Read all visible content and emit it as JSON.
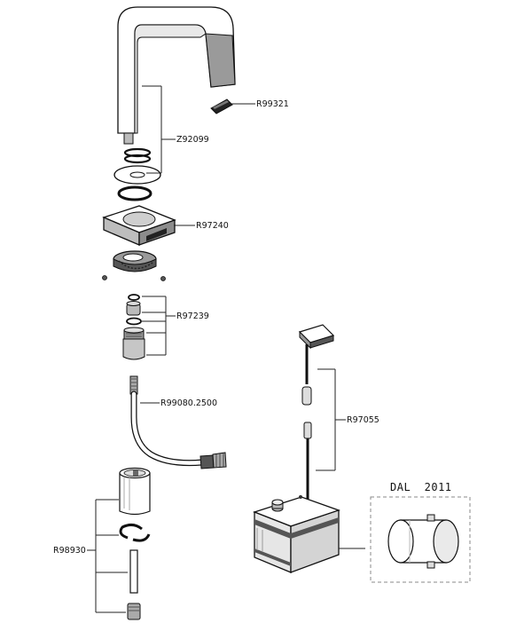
{
  "diagram": {
    "labels": {
      "spout_aerator": "R99321",
      "spout": "Z92099",
      "base_plate": "R97240",
      "valve_body": "R97239",
      "hose": "R99080.2500",
      "mounting_kit": "R98930",
      "sensor_cable": "R97055",
      "inset_code": "DAL  2011"
    }
  }
}
